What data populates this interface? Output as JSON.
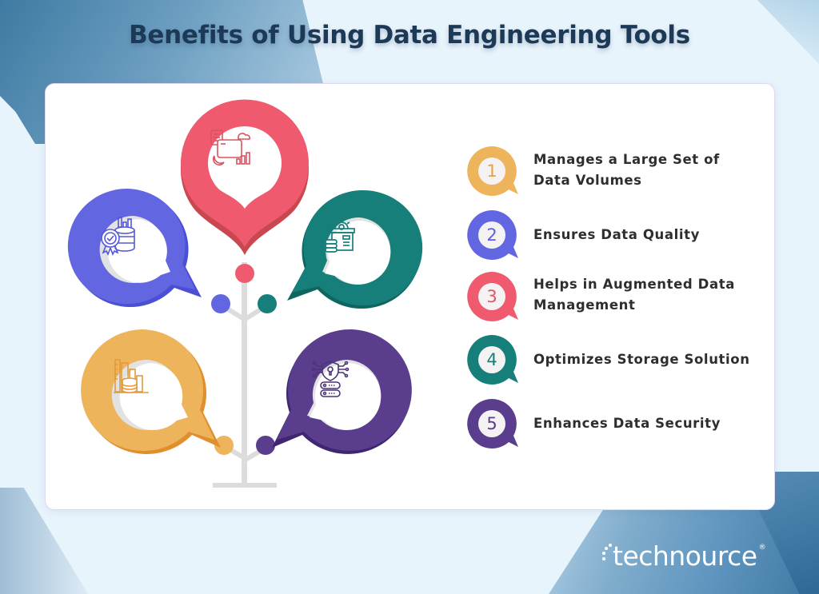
{
  "title": "Benefits of Using Data Engineering Tools",
  "colors": {
    "yellow": "#eeb45c",
    "blue": "#6366e1",
    "red": "#ef5a6f",
    "teal": "#167f7a",
    "purple": "#5a3d8c",
    "title": "#1c3a57",
    "text": "#2e2e2e",
    "trunk": "#dcdcdc"
  },
  "tree_markers": [
    {
      "id": "red",
      "icon": "data-management-icon",
      "color": "#ef5a6f"
    },
    {
      "id": "blue",
      "icon": "data-quality-icon",
      "color": "#6366e1"
    },
    {
      "id": "teal",
      "icon": "storage-solution-icon",
      "color": "#167f7a"
    },
    {
      "id": "yellow",
      "icon": "data-volume-icon",
      "color": "#eeb45c"
    },
    {
      "id": "purple",
      "icon": "data-security-icon",
      "color": "#5a3d8c"
    }
  ],
  "benefits": [
    {
      "number": "1",
      "line1": "Manages a Large Set of",
      "line2": "Data Volumes",
      "color": "#eeb45c"
    },
    {
      "number": "2",
      "line1": "Ensures Data Quality",
      "line2": "",
      "color": "#6366e1"
    },
    {
      "number": "3",
      "line1": "Helps in Augmented Data",
      "line2": "Management",
      "color": "#ef5a6f"
    },
    {
      "number": "4",
      "line1": "Optimizes Storage Solution",
      "line2": "",
      "color": "#167f7a"
    },
    {
      "number": "5",
      "line1": "Enhances Data Security",
      "line2": "",
      "color": "#5a3d8c"
    }
  ],
  "logo": {
    "text": "technource",
    "registered": "®"
  }
}
